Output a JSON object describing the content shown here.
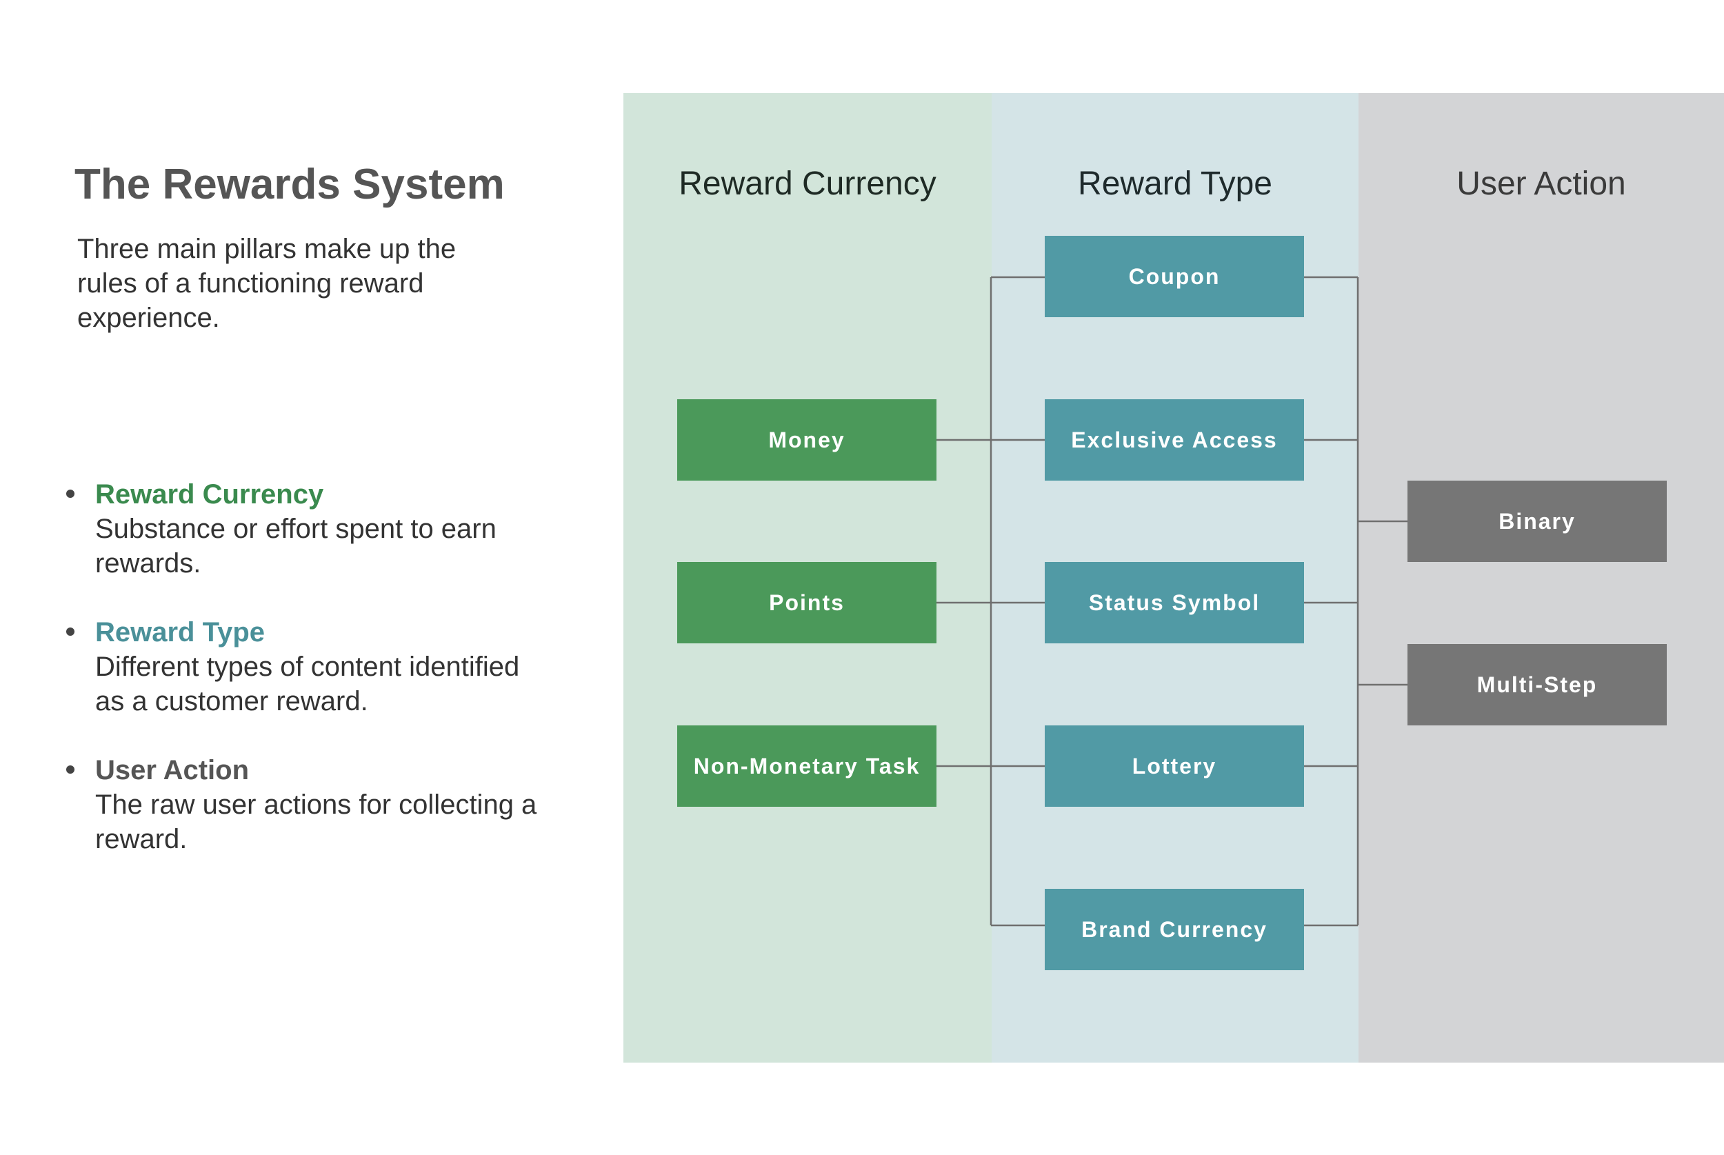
{
  "intro": {
    "title": "The Rewards System",
    "subtitle": "Three main pillars make up the rules of a functioning reward experience."
  },
  "pillars": [
    {
      "title": "Reward Currency",
      "description": "Substance or effort spent to earn rewards.",
      "color": "#3a8a4e"
    },
    {
      "title": "Reward Type",
      "description": "Different types of content identified as a customer reward.",
      "color": "#4a9099"
    },
    {
      "title": "User Action",
      "description": "The raw user actions for collecting a reward.",
      "color": "#555555"
    }
  ],
  "diagram": {
    "columns": {
      "currency": {
        "header": "Reward Currency",
        "color": "#d2e5da",
        "node_color": "#4b995a"
      },
      "type": {
        "header": "Reward Type",
        "color": "#d4e4e7",
        "node_color": "#519aa5"
      },
      "action": {
        "header": "User Action",
        "color": "#d3d4d6",
        "node_color": "#767676"
      }
    },
    "currency_nodes": [
      "Money",
      "Points",
      "Non-Monetary Task"
    ],
    "type_nodes": [
      "Coupon",
      "Exclusive Access",
      "Status Symbol",
      "Lottery",
      "Brand Currency"
    ],
    "action_nodes": [
      "Binary",
      "Multi-Step"
    ],
    "connector_color": "#6f6f6f"
  }
}
